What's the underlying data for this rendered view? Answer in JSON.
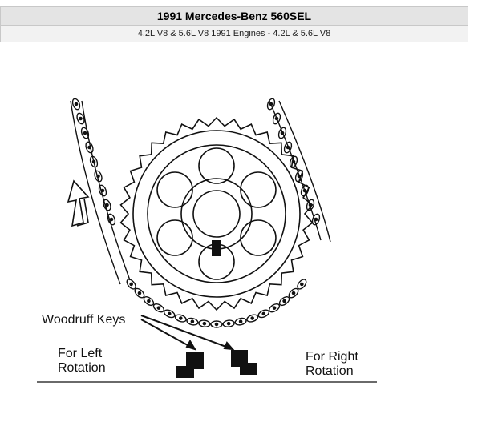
{
  "header": {
    "title": "1991 Mercedes-Benz 560SEL",
    "subtitle": "4.2L V8 & 5.6L V8 1991 Engines - 4.2L & 5.6L V8"
  },
  "diagram": {
    "labels": {
      "woodruff_keys": "Woodruff Keys",
      "left_line1": "For Left",
      "left_line2": "Rotation",
      "right_line1": "For Right",
      "right_line2": "Rotation"
    }
  },
  "icons": {
    "rotation_arrow": "up-arrow-icon"
  }
}
